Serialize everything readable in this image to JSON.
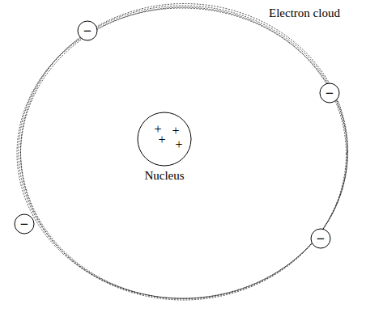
{
  "diagram": {
    "nodes": [
      {
        "text": [
          "Electron cloud"
        ]
      },
      {
        "text": [
          "−"
        ],
        "in": 0
      },
      {
        "text": [
          "−"
        ],
        "in": 0
      },
      {
        "text": [
          "+",
          "+",
          "+",
          "+",
          "Nucleus"
        ],
        "in": 0
      },
      {
        "text": [
          "−"
        ],
        "in": 0
      },
      {
        "text": [
          "−"
        ],
        "in": 0
      }
    ]
  }
}
